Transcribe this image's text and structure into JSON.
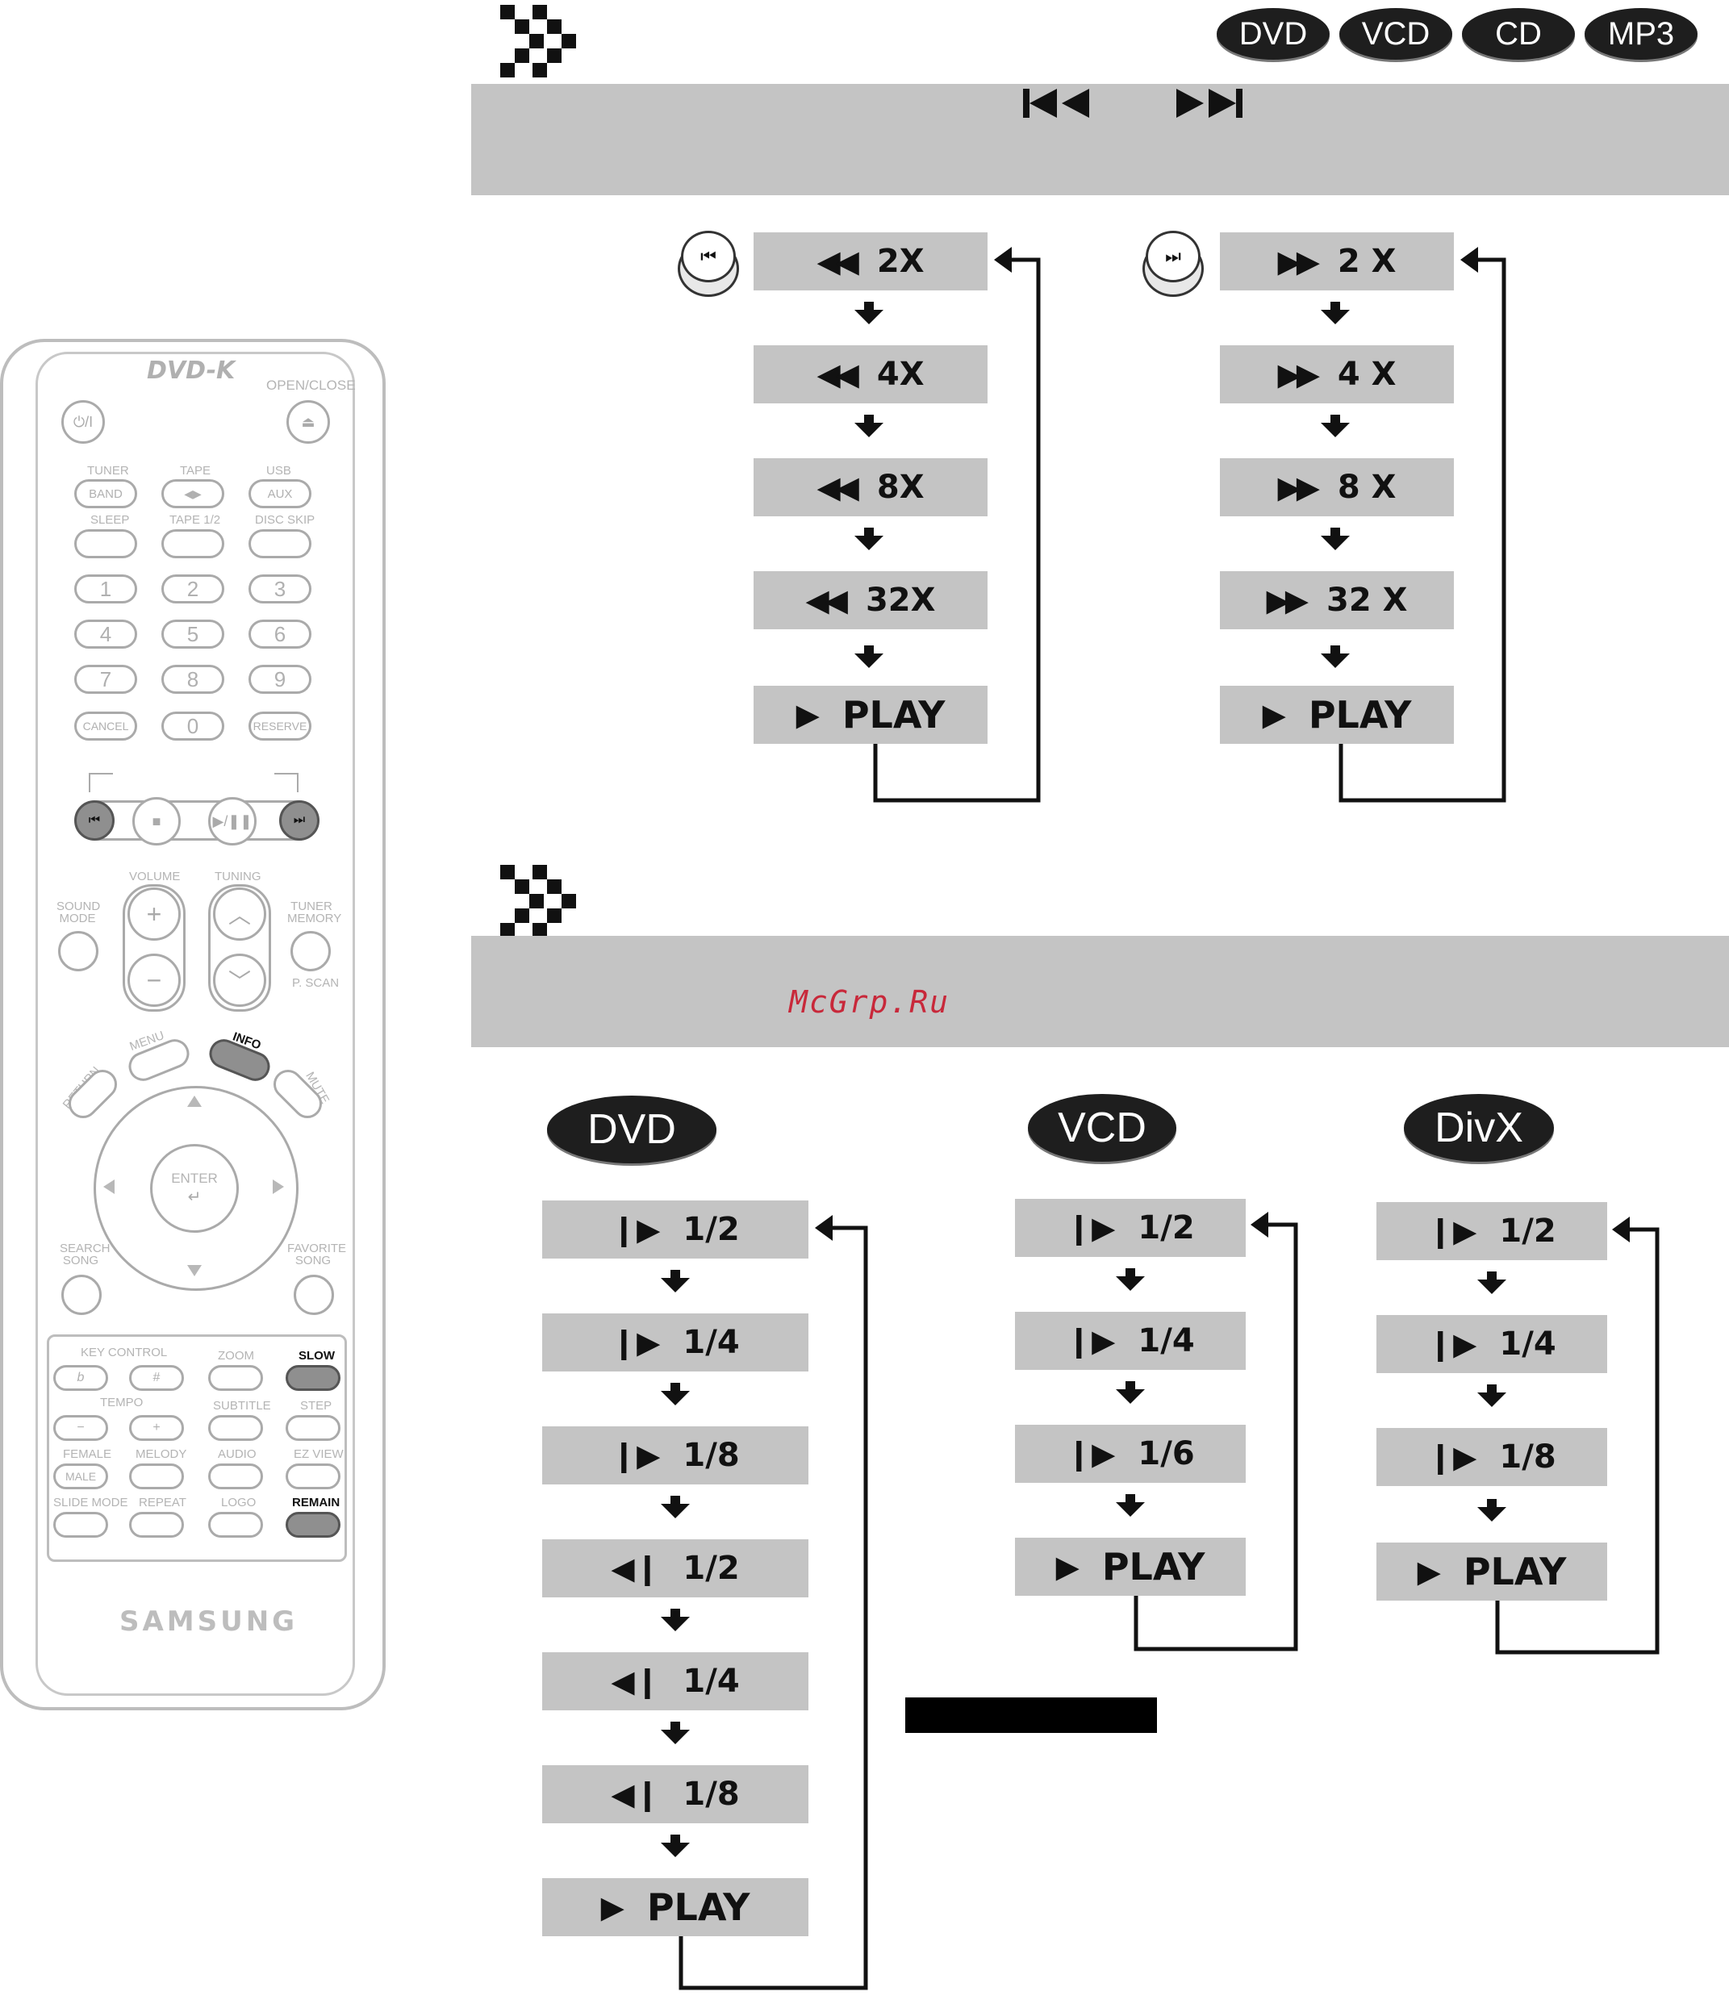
{
  "badges": {
    "dvd": "DVD",
    "vcd": "VCD",
    "cd": "CD",
    "mp3": "MP3"
  },
  "search": {
    "header_icons": [
      "skip-back-icon",
      "skip-forward-icon"
    ],
    "rewind_steps": [
      "2X",
      "4X",
      "8X",
      "32X",
      "PLAY"
    ],
    "forward_steps": [
      "2 X",
      "4 X",
      "8 X",
      "32 X",
      "PLAY"
    ]
  },
  "slow": {
    "watermark": "McGrp.Ru",
    "dvd": {
      "badge": "DVD",
      "steps": [
        "1/2",
        "1/4",
        "1/8",
        "1/2",
        "1/4",
        "1/8",
        "PLAY"
      ]
    },
    "vcd": {
      "badge": "VCD",
      "steps": [
        "1/2",
        "1/4",
        "1/6",
        "PLAY"
      ]
    },
    "divx": {
      "badge": "DivX",
      "steps": [
        "1/2",
        "1/4",
        "1/8",
        "PLAY"
      ]
    }
  },
  "remote": {
    "logo": "DVD-K",
    "open_close": "OPEN/CLOSE",
    "power": "⏻/I",
    "row1_labels": [
      "TUNER",
      "TAPE",
      "USB"
    ],
    "row1_buttons": [
      "BAND",
      "◀▶",
      "AUX"
    ],
    "row2_labels": [
      "SLEEP",
      "TAPE 1/2",
      "DISC SKIP"
    ],
    "numbers": [
      "1",
      "2",
      "3",
      "4",
      "5",
      "6",
      "7",
      "8",
      "9"
    ],
    "bottom_row": [
      "CANCEL",
      "0",
      "RESERVE"
    ],
    "volume": "VOLUME",
    "tuning": "TUNING",
    "sound_mode": "SOUND MODE",
    "tuner_memory": "TUNER MEMORY",
    "p_scan": "P. SCAN",
    "menu": "MENU",
    "info": "INFO",
    "return": "RETURN",
    "mute": "MUTE",
    "enter": "ENTER",
    "search_song": "SEARCH SONG",
    "favorite_song": "FAVORITE SONG",
    "key_control": "KEY CONTROL",
    "zoom": "ZOOM",
    "slow": "SLOW",
    "flat": "b",
    "sharp": "#",
    "tempo": "TEMPO",
    "subtitle": "SUBTITLE",
    "step": "STEP",
    "minus": "−",
    "plus": "+",
    "female": "FEMALE",
    "melody": "MELODY",
    "audio": "AUDIO",
    "ez_view": "EZ VIEW",
    "male": "MALE",
    "slide_mode": "SLIDE MODE",
    "repeat": "REPEAT",
    "logo_btn": "LOGO",
    "remain": "REMAIN",
    "brand": "SAMSUNG"
  }
}
